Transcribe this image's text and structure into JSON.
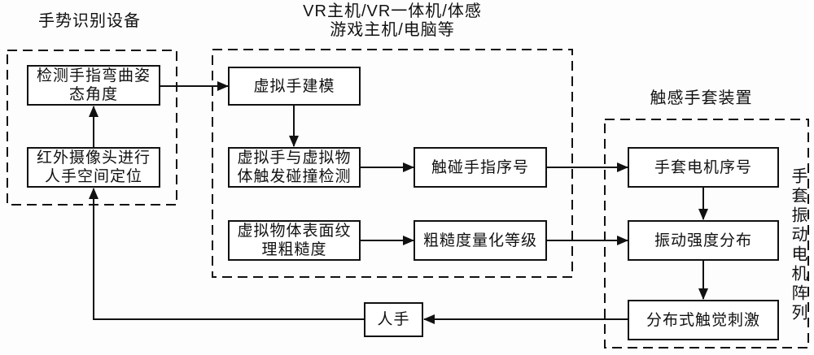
{
  "sections": {
    "gesture_device": {
      "title": "手势识别设备"
    },
    "vr_host": {
      "title_line1": "VR主机/VR一体机/体感",
      "title_line2": "游戏主机/电脑等"
    },
    "glove_device": {
      "title": "触感手套装置",
      "side_label": "手套振动电机阵列"
    }
  },
  "nodes": {
    "detect_finger_angle": {
      "line1": "检测手指弯曲姿",
      "line2": "态角度"
    },
    "infrared_positioning": {
      "line1": "红外摄像头进行",
      "line2": "人手空间定位"
    },
    "virtual_hand_modeling": {
      "line1": "虚拟手建模"
    },
    "collision_detection": {
      "line1": "虚拟手与虚拟物",
      "line2": "体触发碰撞检测"
    },
    "surface_texture_roughness": {
      "line1": "虚拟物体表面纹",
      "line2": "理粗糙度"
    },
    "touched_finger_number": {
      "line1": "触碰手指序号"
    },
    "roughness_quantization_level": {
      "line1": "粗糙度量化等级"
    },
    "glove_motor_number": {
      "line1": "手套电机序号"
    },
    "vibration_intensity_distribution": {
      "line1": "振动强度分布"
    },
    "distributed_tactile_stimulation": {
      "line1": "分布式触觉刺激"
    },
    "human_hand": {
      "line1": "人手"
    }
  },
  "edges": [
    {
      "from": "human_hand",
      "to": "infrared_positioning"
    },
    {
      "from": "infrared_positioning",
      "to": "detect_finger_angle"
    },
    {
      "from": "detect_finger_angle",
      "to": "virtual_hand_modeling"
    },
    {
      "from": "virtual_hand_modeling",
      "to": "collision_detection"
    },
    {
      "from": "collision_detection",
      "to": "touched_finger_number"
    },
    {
      "from": "surface_texture_roughness",
      "to": "roughness_quantization_level"
    },
    {
      "from": "touched_finger_number",
      "to": "glove_motor_number"
    },
    {
      "from": "roughness_quantization_level",
      "to": "vibration_intensity_distribution"
    },
    {
      "from": "glove_motor_number",
      "to": "vibration_intensity_distribution"
    },
    {
      "from": "vibration_intensity_distribution",
      "to": "distributed_tactile_stimulation"
    },
    {
      "from": "distributed_tactile_stimulation",
      "to": "human_hand"
    }
  ],
  "colors": {
    "line": "#111111",
    "text": "#111111",
    "background": "#fdfdfd"
  }
}
